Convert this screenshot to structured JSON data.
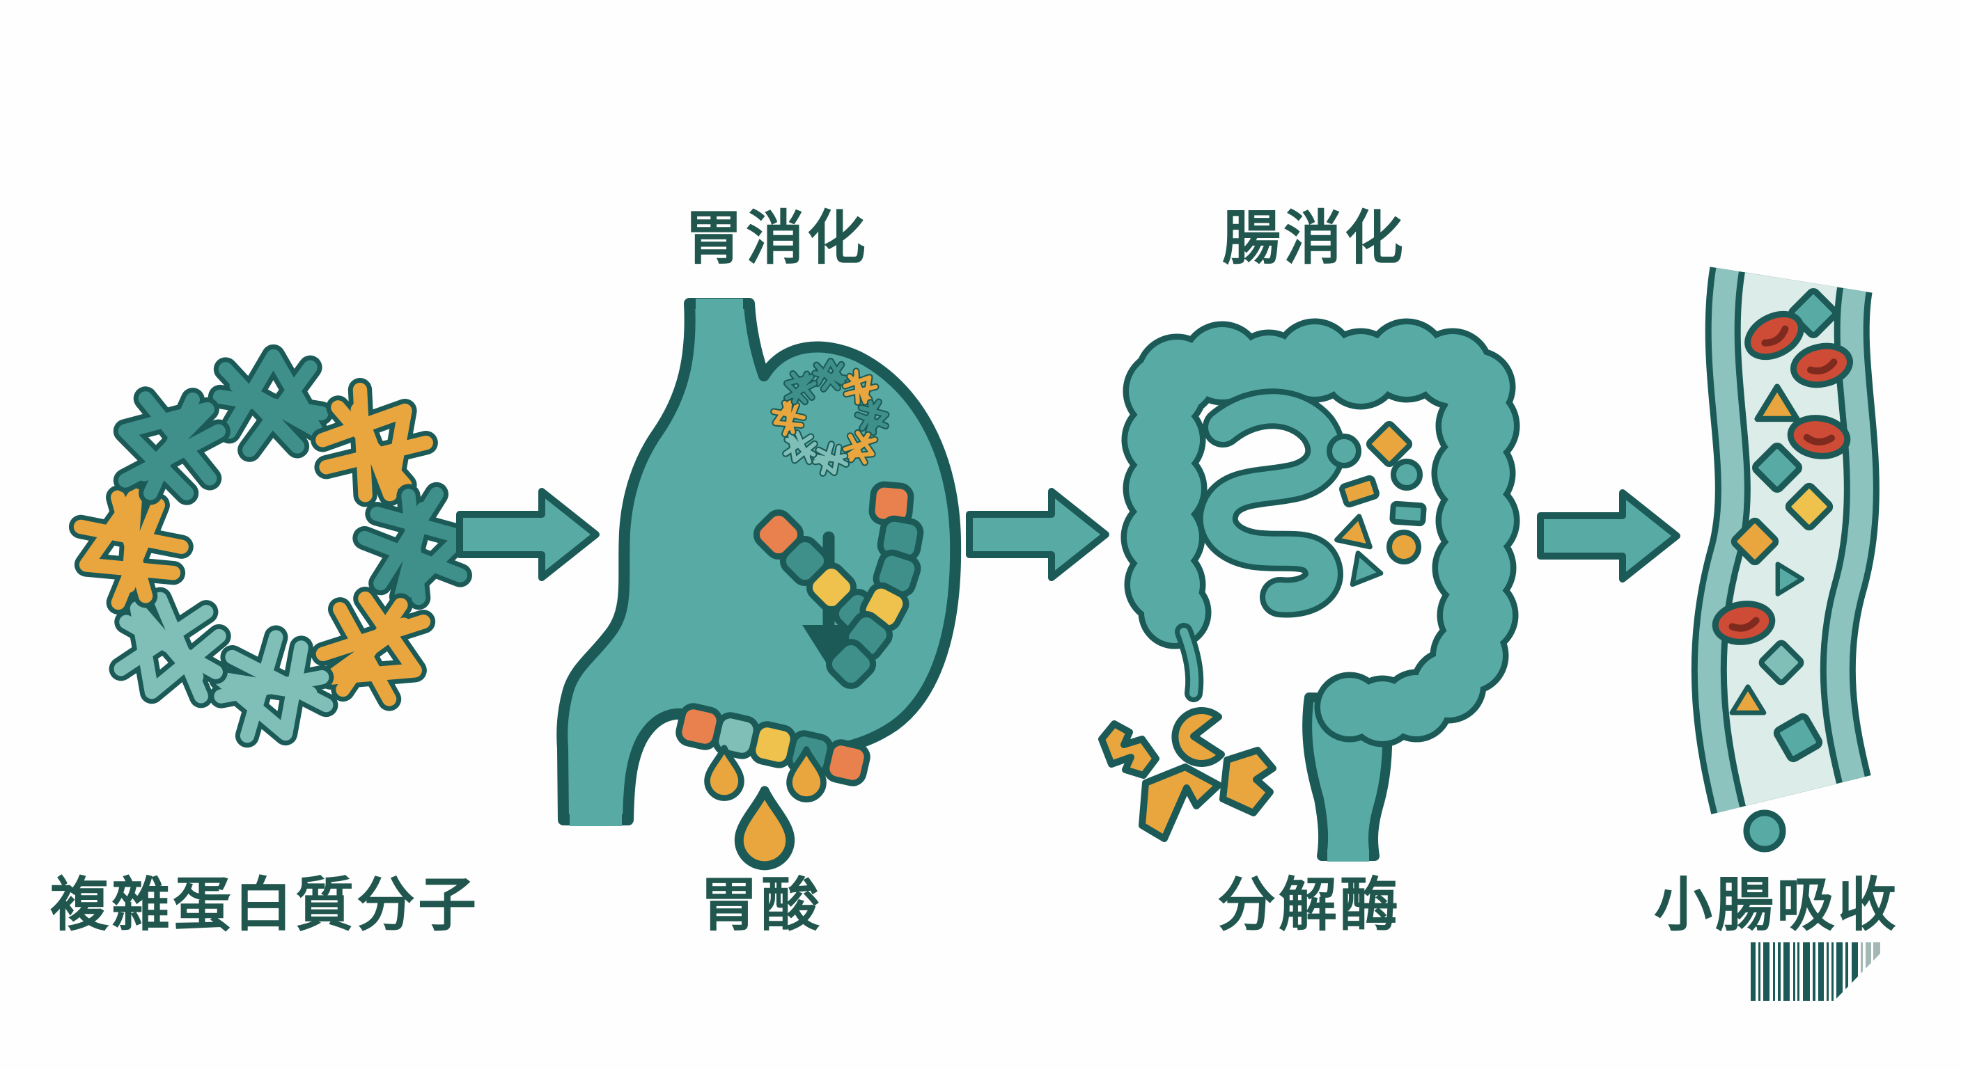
{
  "diagram": {
    "type": "process-flow",
    "stages": [
      {
        "name": "complex-protein-molecule",
        "caption": "複雜蛋白質分子"
      },
      {
        "name": "stomach-digestion",
        "title": "胃消化",
        "caption": "胃酸"
      },
      {
        "name": "intestinal-digestion",
        "title": "腸消化",
        "caption": "分解酶"
      },
      {
        "name": "small-intestine-absorption",
        "caption": "小腸吸收"
      }
    ],
    "icons": [
      "protein-knot-ball-icon",
      "arrow-right-icon",
      "stomach-icon",
      "acid-drops-icon",
      "intestines-icon",
      "enzyme-fragments-icon",
      "blood-vessel-icon",
      "red-blood-cell-icon",
      "barcode"
    ]
  },
  "colors": {
    "bg": "#FEFEFE",
    "ink": "#1B5A57",
    "text-color": "#20564D",
    "teal": "#58AAA5",
    "teal-deep": "#3F908B",
    "teal-light": "#7FBFB8",
    "orange": "#E9A63F",
    "orange-red": "#E8814D",
    "yellow": "#EFC14D",
    "red": "#CE4B36",
    "red-dark": "#7E2A1E",
    "vessel-wall": "#8CC3BE",
    "vessel-inner": "#DCECE8",
    "barcode-faded": "#A3B8B4"
  }
}
